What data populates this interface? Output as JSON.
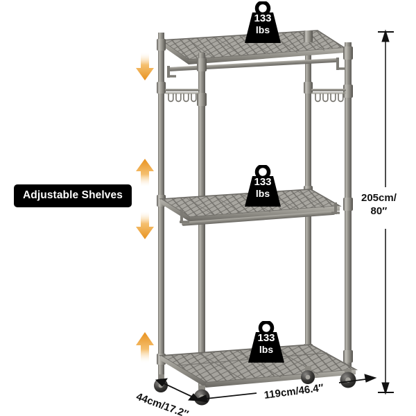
{
  "scene": {
    "title": "Adjustable garment rack dimension infographic",
    "background_color": "#ffffff"
  },
  "callout": {
    "label": "Adjustable Shelves",
    "background_color": "#000000",
    "text_color": "#ffffff"
  },
  "capacity_badges": [
    {
      "id": "top",
      "value": "133",
      "unit": "lbs",
      "icon": "weight-icon",
      "color": "#000000"
    },
    {
      "id": "middle",
      "value": "133",
      "unit": "lbs",
      "icon": "weight-icon",
      "color": "#000000"
    },
    {
      "id": "bottom",
      "value": "133",
      "unit": "lbs",
      "icon": "weight-icon",
      "color": "#000000"
    }
  ],
  "dimensions": {
    "height": {
      "label": "205cm/",
      "label2": "80″",
      "axis": "vertical"
    },
    "width": {
      "label": "119cm/46.4″",
      "axis": "horizontal-front"
    },
    "depth": {
      "label": "44cm/17.2″",
      "axis": "diagonal-depth"
    }
  },
  "adjust_arrows": [
    {
      "id": "arrow-1",
      "direction": "down",
      "color": "#f0a53c"
    },
    {
      "id": "arrow-2",
      "direction": "up",
      "color": "#f0a53c"
    },
    {
      "id": "arrow-3",
      "direction": "down",
      "color": "#f0a53c"
    },
    {
      "id": "arrow-4",
      "direction": "up",
      "color": "#f0a53c"
    }
  ],
  "rack": {
    "material_color": "#8e8c85",
    "shelves": [
      {
        "id": "top-shelf",
        "type": "wire-mesh-shelf"
      },
      {
        "id": "middle-shelf",
        "type": "wire-mesh-shelf"
      },
      {
        "id": "bottom-shelf",
        "type": "wire-mesh-shelf"
      }
    ],
    "hanging_rods": [
      {
        "id": "top-rod"
      },
      {
        "id": "middle-rod"
      }
    ],
    "hook_rails": [
      {
        "id": "left-hook-rail",
        "hooks": 4
      },
      {
        "id": "right-hook-rail",
        "hooks": 4
      }
    ],
    "casters": [
      {
        "id": "caster-front-left"
      },
      {
        "id": "caster-front-right"
      },
      {
        "id": "caster-back-left"
      },
      {
        "id": "caster-back-right"
      }
    ]
  }
}
